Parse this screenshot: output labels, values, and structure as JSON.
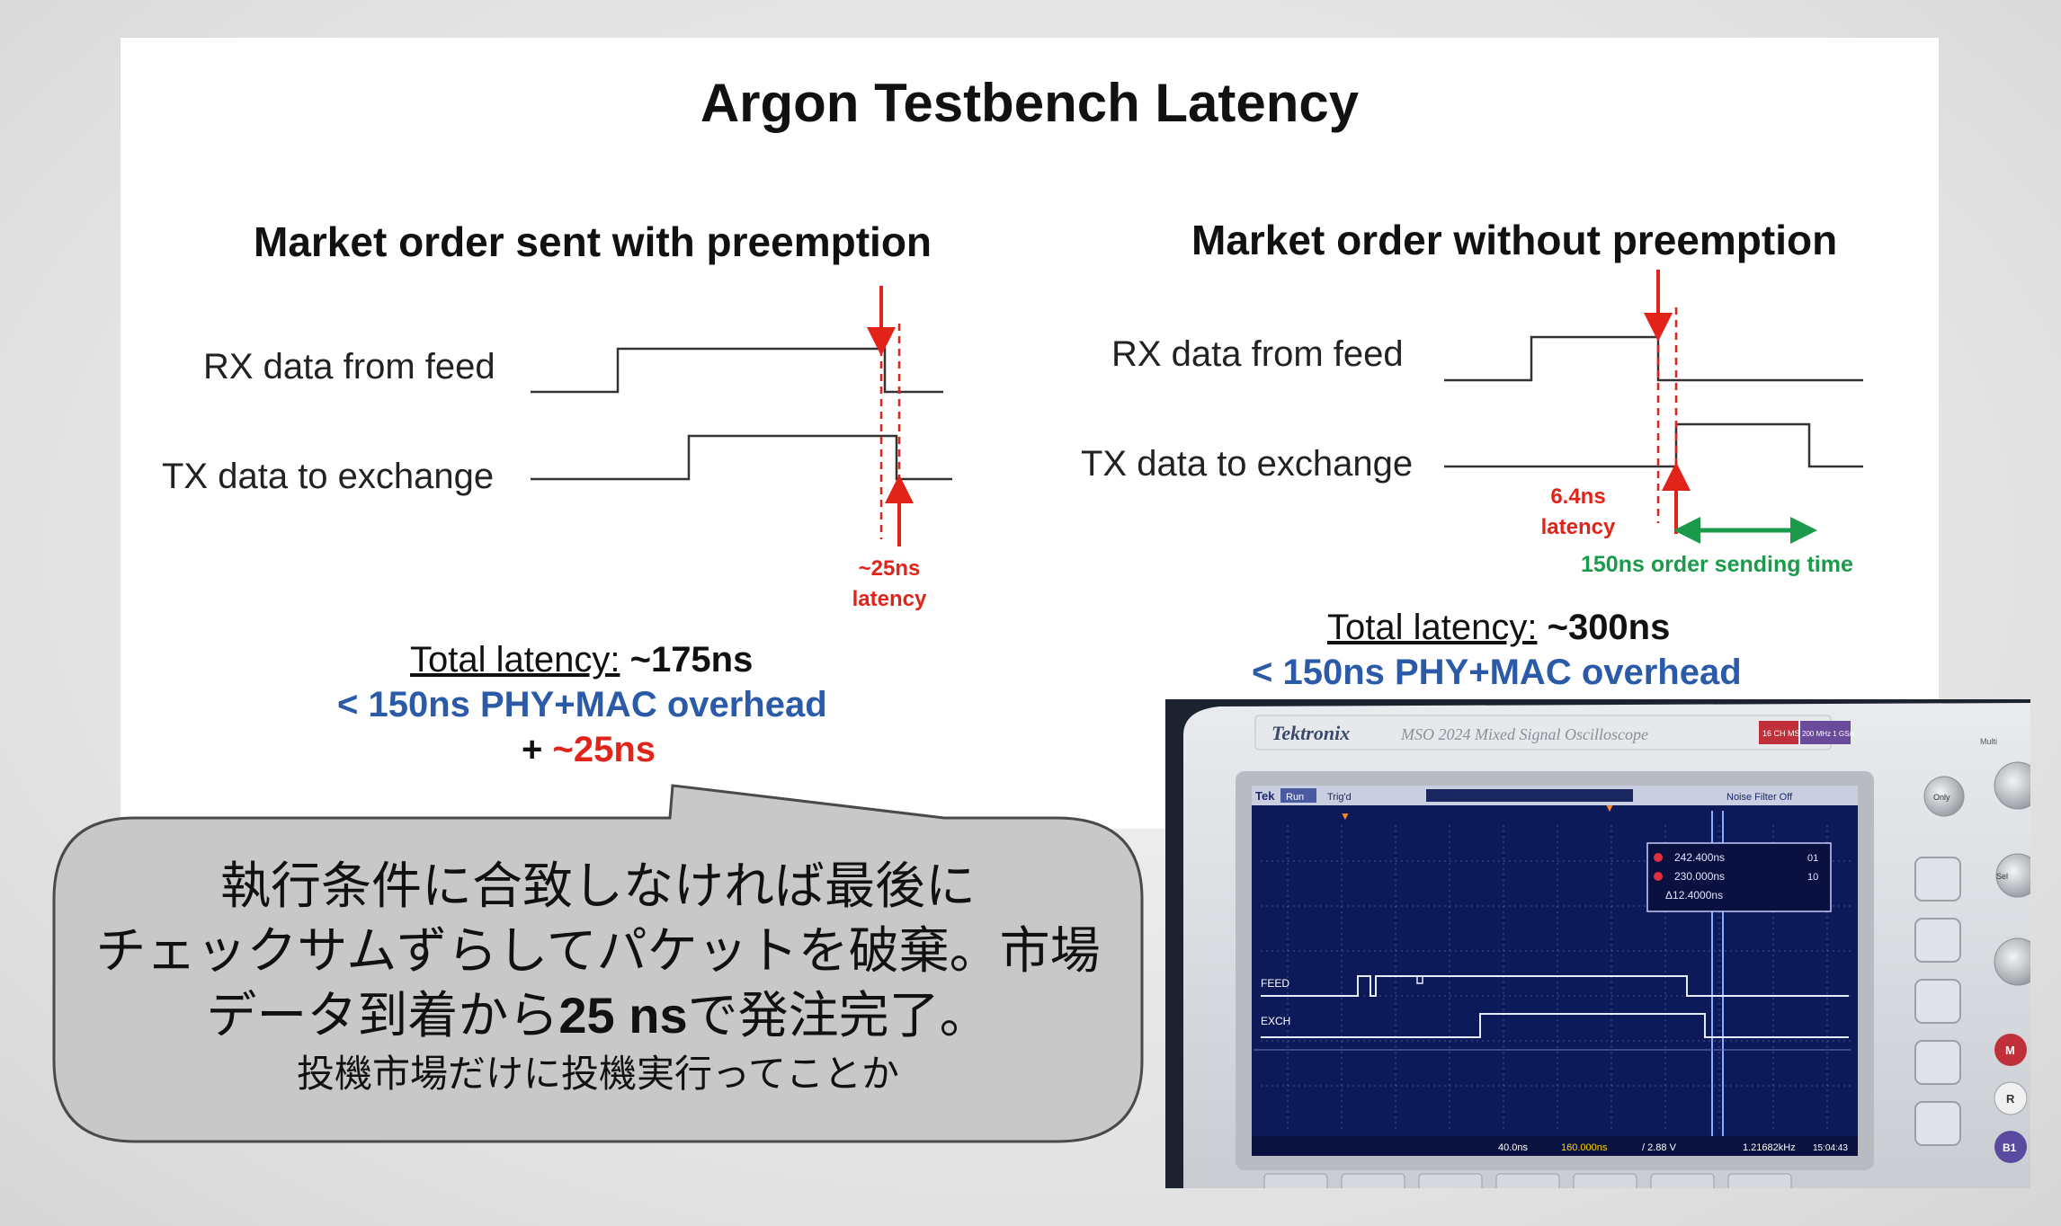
{
  "slide": {
    "title": "Argon Testbench Latency",
    "left": {
      "heading": "Market order sent with preemption",
      "rx_label": "RX data from feed",
      "tx_label": "TX data to exchange",
      "latency_line1": "~25ns",
      "latency_line2": "latency",
      "total_label": "Total latency:",
      "total_value": " ~175ns",
      "overhead": "< 150ns PHY+MAC overhead",
      "plus_prefix": "+ ",
      "plus_value": "~25ns"
    },
    "right": {
      "heading": "Market order without preemption",
      "rx_label": "RX data from feed",
      "tx_label": "TX data to exchange",
      "latency_line1": "6.4ns",
      "latency_line2": "latency",
      "order_time": "150ns order sending time",
      "total_label": "Total latency:",
      "total_value": " ~300ns",
      "overhead": "< 150ns PHY+MAC overhead"
    }
  },
  "bubble": {
    "line1": "執行条件に合致しなければ最後に",
    "line2": "チェックサムずらしてパケットを破棄。市場",
    "line3_prefix": "データ到着から",
    "line3_bold": "25 ns",
    "line3_suffix": "で発注完了。",
    "line4": "投機市場だけに投機実行ってことか"
  },
  "scope": {
    "brand": "Tektronix",
    "model": "MSO 2024 Mixed Signal Oscilloscope",
    "badge": "16 CH MSO",
    "spec": "200 MHz 1 GS/s",
    "status_run": "Run",
    "status_trig": "Trig'd",
    "filter": "Noise Filter Off",
    "logo_tek": "Tek",
    "cursor_a": "242.400ns",
    "cursor_b": "230.000ns",
    "cursor_delta": "Δ12.4000ns",
    "cursor_a_bits": "01",
    "cursor_b_bits": "10",
    "ch_feed": "FEED",
    "ch_exch": "EXCH",
    "bottom_timebase": "40.0ns",
    "bottom_pos": "160.000ns",
    "bottom_trig": "/ 2.88 V",
    "bottom_freq": "1.21682kHz",
    "bottom_time": "15:04:43",
    "btn_m": "M",
    "btn_r": "R",
    "btn_b1": "B1",
    "btn_only": "Only",
    "knob_multi": "Multi",
    "knob_sel": "Sel"
  },
  "colors": {
    "red": "#e2231a",
    "blue": "#2a5aa8",
    "green": "#1a9a4a",
    "bubble_fill": "#c8c8c8"
  }
}
